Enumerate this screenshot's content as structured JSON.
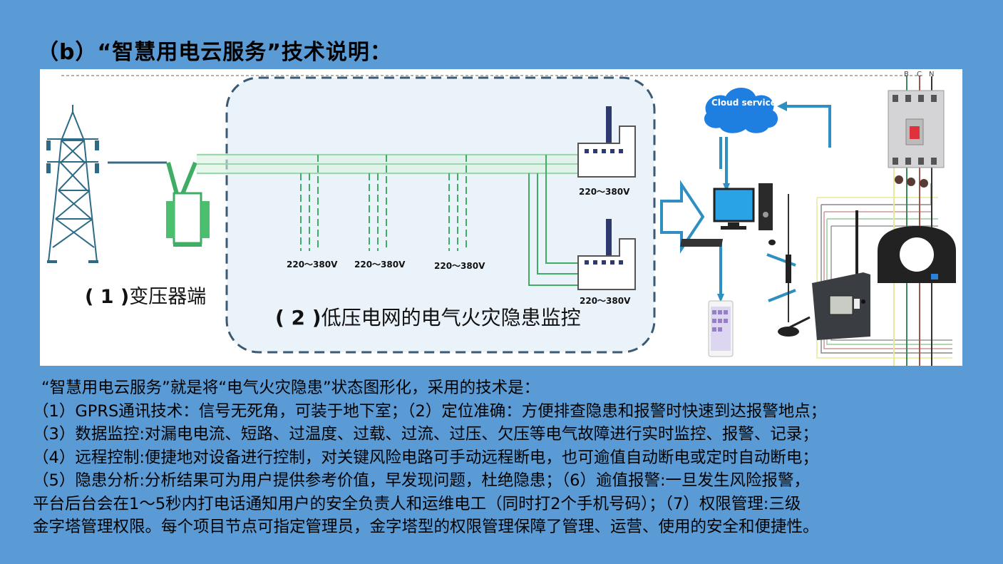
{
  "slide": {
    "title": "（b）“智慧用电云服务”技术说明：",
    "background_color": "#5b9bd5"
  },
  "diagram": {
    "section1_label_num": "( 1 )",
    "section1_label_text": "变压器端",
    "section2_label_num": "( 2 )",
    "section2_label_text": "低压电网的电气火灾隐患监控",
    "voltage_labels": [
      "220～380V",
      "220～380V",
      "220～380V",
      "220～380V",
      "220～380V"
    ],
    "cloud_label": "Cloud service",
    "phase_labels": [
      "B",
      "C",
      "N"
    ],
    "icons": [
      "power-tower-icon",
      "transformer-icon",
      "factory-icon",
      "cloud-icon",
      "computer-icon",
      "phone-icon",
      "antenna-icon",
      "controller-icon",
      "circuit-breaker-icon",
      "current-transformer-icon"
    ],
    "colors": {
      "line_green": "#3fae64",
      "dash_border": "#3d5a73",
      "arrow_blue": "#2e8fc0",
      "cloud_blue": "#1e7fe0"
    }
  },
  "description": {
    "lines": [
      "“智慧用电云服务”就是将“电气火灾隐患”状态图形化，采用的技术是：",
      "（1）GPRS通讯技术：信号无死角，可装于地下室；（2）定位准确：方便排查隐患和报警时快速到达报警地点；",
      "（3）数据监控:对漏电电流、短路、过温度、过载、过流、过压、欠压等电气故障进行实时监控、报警、记录；",
      "（4）远程控制:便捷地对设备进行控制，对关键风险电路可手动远程断电，也可逾值自动断电或定时自动断电；",
      "（5）隐患分析:分析结果可为用户提供参考价值，早发现问题，杜绝隐患；（6）逾值报警:一旦发生风险报警，",
      "平台后台会在1～5秒内打电话通知用户的安全负责人和运维电工（同时打2个手机号码）；（7）权限管理:三级",
      "金字塔管理权限。每个项目节点可指定管理员，金字塔型的权限管理保障了管理、运营、使用的安全和便捷性。"
    ]
  }
}
